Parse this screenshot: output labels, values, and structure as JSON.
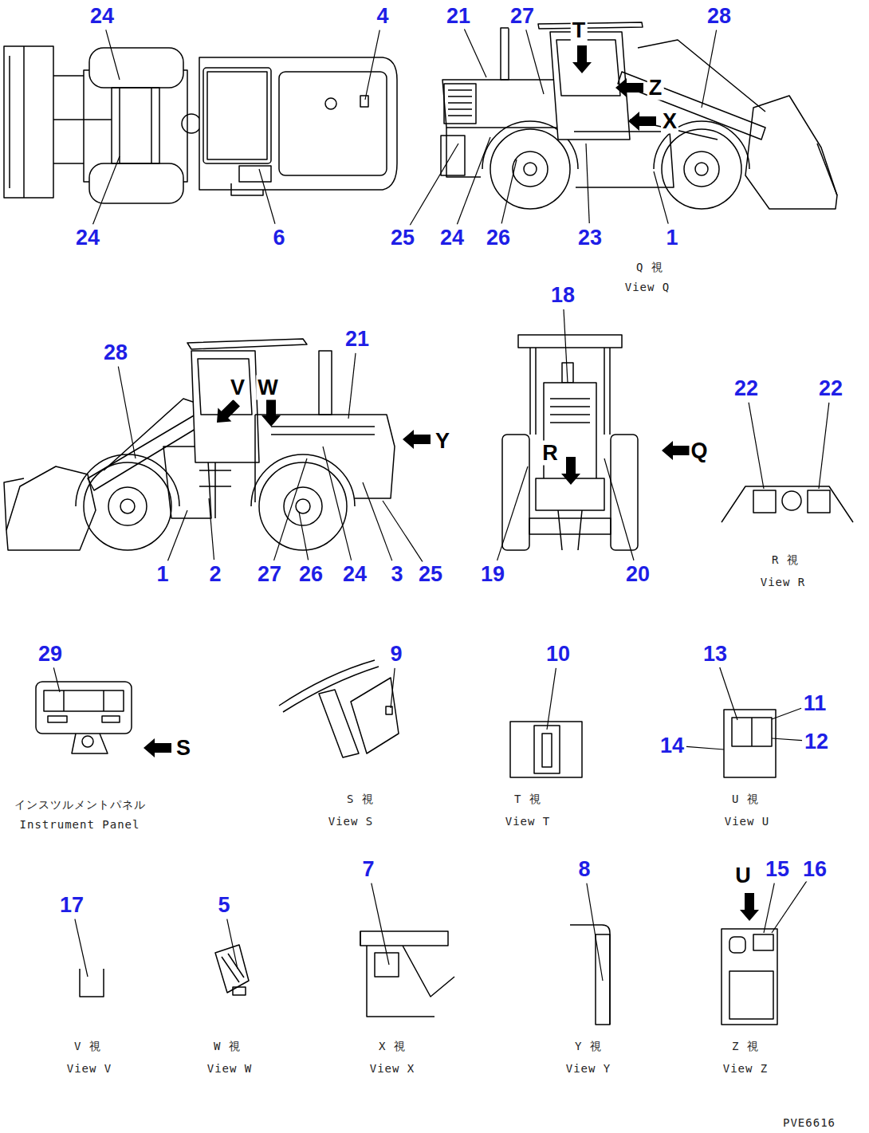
{
  "diagram": {
    "labels": [
      "24",
      "4",
      "24",
      "6",
      "21",
      "27",
      "T",
      "28",
      "Z",
      "X",
      "25",
      "24",
      "26",
      "23",
      "1",
      "Q 視",
      "View Q",
      "28",
      "21",
      "V",
      "W",
      "Y",
      "1",
      "2",
      "27",
      "26",
      "24",
      "3",
      "25",
      "18",
      "R",
      "Q",
      "19",
      "20",
      "22",
      "22",
      "R 視",
      "View R",
      "29",
      "S",
      "インスツルメントパネル",
      "Instrument Panel",
      "9",
      "S 視",
      "View S",
      "10",
      "T 視",
      "View T",
      "13",
      "11",
      "12",
      "14",
      "U 視",
      "View U",
      "17",
      "V 視",
      "View V",
      "5",
      "W 視",
      "View W",
      "7",
      "X 視",
      "View X",
      "8",
      "Y 視",
      "View Y",
      "U",
      "15",
      "16",
      "Z 視",
      "View Z",
      "PVE6616"
    ]
  }
}
